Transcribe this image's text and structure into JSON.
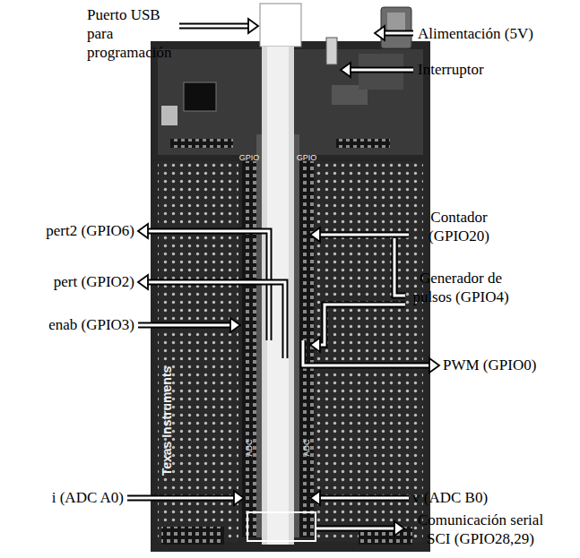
{
  "diagram": {
    "labels": [
      "Puerto USB para programación",
      "Alimentación (5V)",
      "Interruptor",
      "Contador (GPIO20)",
      "Generador de pulsos (GPIO4)",
      "pert2 (GPIO6)",
      "pert (GPIO2)",
      "enab (GPIO3)",
      "PWM (GPIO0)",
      "i (ADC A0)",
      "v (ADC B0)",
      "Comunicación serial SCI (GPIO28,29)",
      "Texas Instruments",
      "GPIO",
      "GPIO",
      "ADC",
      "ADC"
    ]
  }
}
